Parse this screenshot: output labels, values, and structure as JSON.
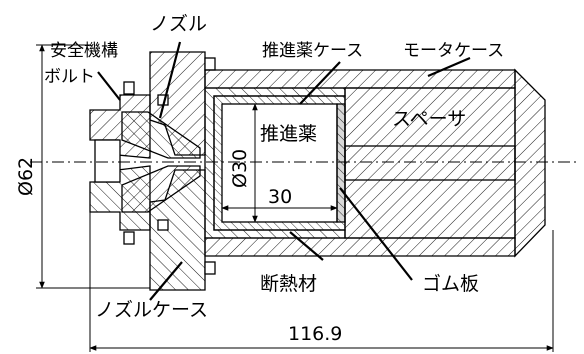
{
  "labels": {
    "nozzle": "ノズル",
    "safety_mechanism": "安全機構",
    "bolt": "ボルト",
    "propellant_case": "推進薬ケース",
    "motor_case": "モータケース",
    "propellant": "推進薬",
    "spacer": "スペーサ",
    "insulation": "断熱材",
    "rubber_plate": "ゴム板",
    "nozzle_case": "ノズルケース"
  },
  "dimensions": {
    "outer_diameter": "Ø62",
    "propellant_diameter": "Ø30",
    "propellant_length": "30",
    "total_length": "116.9"
  },
  "colors": {
    "line": "#000000",
    "background": "#ffffff"
  }
}
